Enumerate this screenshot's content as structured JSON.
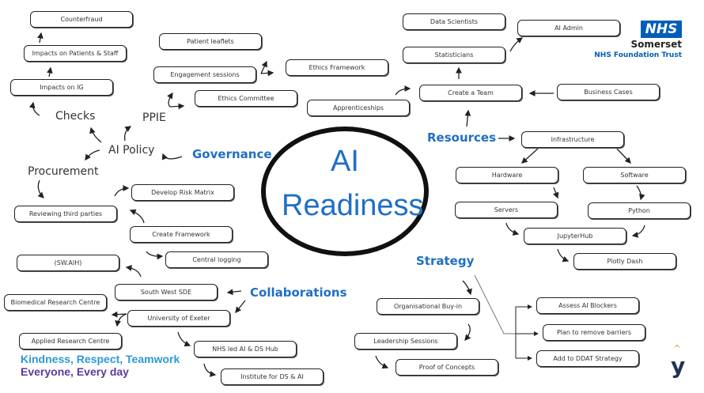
{
  "center": {
    "line1": "AI",
    "line2": "Readiness"
  },
  "brand": {
    "logo": "NHS",
    "org": "Somerset",
    "trust": "NHS Foundation Trust",
    "values1": "Kindness, Respect, Teamwork",
    "values2": "Everyone, Every day",
    "corner_logo": "y"
  },
  "headings": {
    "governance": "Governance",
    "collaborations": "Collaborations",
    "resources": "Resources",
    "strategy": "Strategy"
  },
  "labels": {
    "checks": "Checks",
    "ppie": "PPIE",
    "ai_policy": "AI Policy",
    "procurement": "Procurement"
  },
  "nodes": {
    "counterfraud": "Counterfraud",
    "impacts_patients": "Impacts on Patients & Staff",
    "impacts_ig": "Impacts on IG",
    "patient_leaflets": "Patient leaflets",
    "engagement": "Engagement sessions",
    "ethics_framework": "Ethics Framework",
    "ethics_committee": "Ethics Committee",
    "apprenticeships": "Apprenticeships",
    "risk_matrix": "Develop Risk Matrix",
    "third_parties": "Reviewing third parties",
    "create_framework": "Create Framework",
    "central_logging": "Central logging",
    "swaih": "(SW.AIH)",
    "sw_sde": "South West SDE",
    "biomedical": "Biomedical Research Centre",
    "exeter": "University of Exeter",
    "applied": "Applied Research Centre",
    "nhs_hub": "NHS led AI & DS Hub",
    "institute": "Institute for DS & AI",
    "data_scientists": "Data Scientists",
    "ai_admin": "AI Admin",
    "statisticians": "Statisticians",
    "create_team": "Create a Team",
    "business_cases": "Business Cases",
    "infrastructure": "Infrastructure",
    "hardware": "Hardware",
    "software": "Software",
    "servers": "Servers",
    "python": "Python",
    "jupyterhub": "JupyterHub",
    "plotly": "Plotly Dash",
    "buy_in": "Organisational Buy-in",
    "leadership": "Leadership Sessions",
    "poc": "Proof of Concepts",
    "assess": "Assess AI Blockers",
    "plan": "Plan to remove barriers",
    "ddat": "Add to DDAT Strategy"
  },
  "colors": {
    "accent": "#1f6fc5",
    "nhs_blue": "#005eb8",
    "purple": "#5b3a9b",
    "values_blue": "#2b9ad6"
  }
}
